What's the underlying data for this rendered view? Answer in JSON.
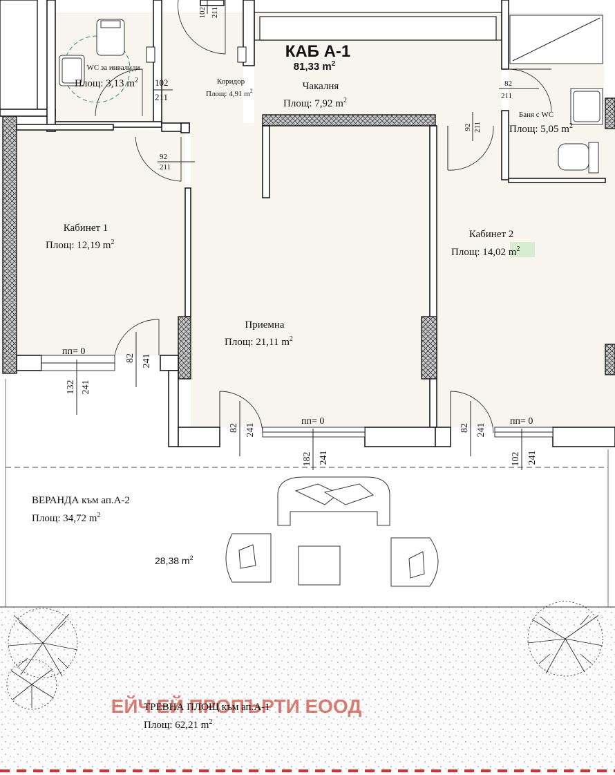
{
  "title": {
    "code": "КАБ А-1",
    "area": "81,33 m",
    "area_sup": "2"
  },
  "rooms": {
    "wc_disabled": {
      "name": "WC за инвалиди",
      "area": "Площ: 3,13 m",
      "sup": "2"
    },
    "corridor": {
      "name": "Коридор",
      "area": "Площ: 4,91 m",
      "sup": "2"
    },
    "waiting": {
      "name": "Чакалня",
      "area": "Площ: 7,92 m",
      "sup": "2"
    },
    "bath": {
      "name": "Баня с WC",
      "area": "Площ: 5,05 m",
      "sup": "2"
    },
    "office1": {
      "name": "Кабинет 1",
      "area": "Площ: 12,19 m",
      "sup": "2"
    },
    "office2": {
      "name": "Кабинет 2",
      "area": "Площ: 14,02 m",
      "sup": "2"
    },
    "reception": {
      "name": "Приемна",
      "area": "Площ: 21,11 m",
      "sup": "2"
    },
    "veranda": {
      "name": "ВЕРАНДА към ап.А-2",
      "area": "Площ: 34,72 m",
      "sup": "2"
    },
    "veranda_part": {
      "area": "28,38 m",
      "sup": "2"
    },
    "lawn": {
      "name": "ТРЕВНА ПЛОЩ към ап.А-1",
      "area": "Площ: 62,21 m",
      "sup": "2"
    }
  },
  "dimensions": {
    "d102_top": "102",
    "d211_top": "211",
    "wc_w": "102",
    "wc_h": "211",
    "corr_w": "92",
    "corr_h": "211",
    "bath_w": "82",
    "bath_h": "211",
    "wait_w": "92",
    "wait_h": "211",
    "o1_door_w": "82",
    "o1_door_h": "241",
    "o1_win_w": "132",
    "o1_win_h": "241",
    "rec_door_w": "82",
    "rec_door_h": "241",
    "rec_win_w": "182",
    "rec_win_h": "241",
    "o2_door_w": "82",
    "o2_door_h": "241",
    "o2_win_w": "102",
    "o2_win_h": "241",
    "sill1": "пп= 0",
    "sill2": "пп= 0",
    "sill3": "пп= 0"
  },
  "watermark": "ЕЙЧ ЕЙ ПРОПЪРТИ ЕООД",
  "colors": {
    "wall_fill": "#ffffff",
    "room_fill": "#f7f5ee",
    "watermark": "#c0392b",
    "fence": "#d32f2f",
    "highlight": "#d7ecd0"
  }
}
